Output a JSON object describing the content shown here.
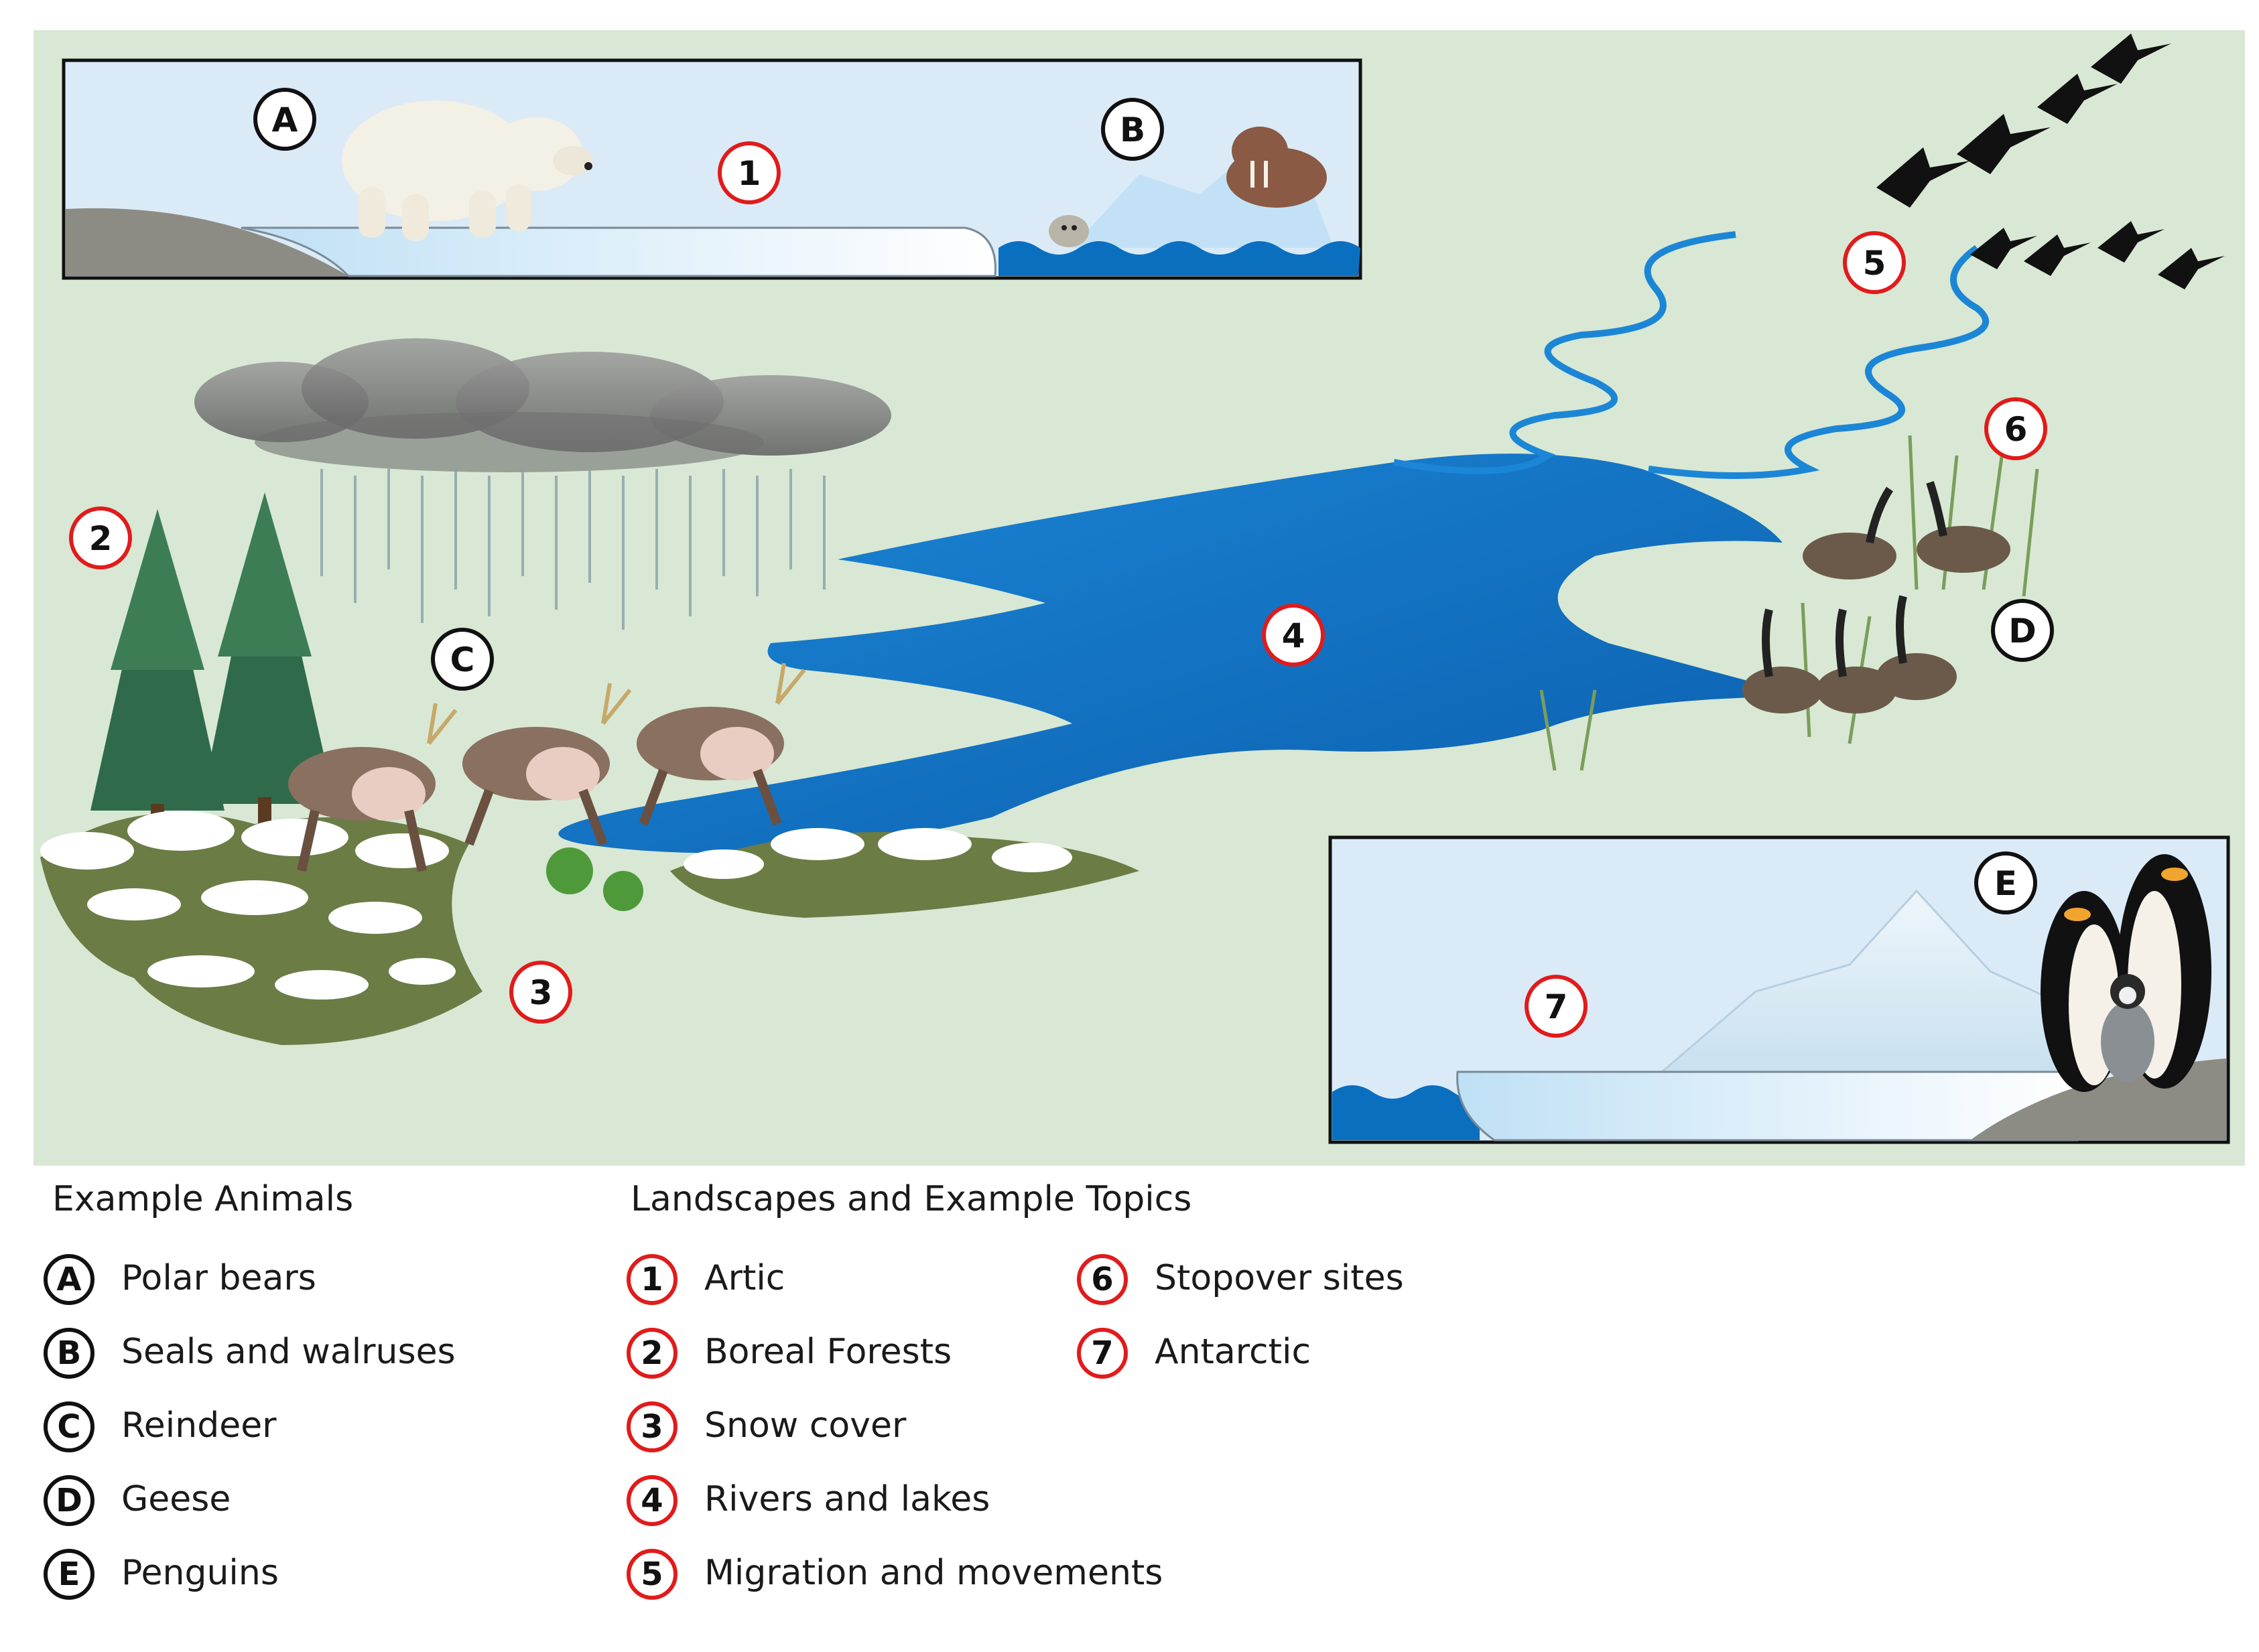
{
  "colors": {
    "background": "#d8e8d4",
    "sky": "#dbeaf7",
    "water": "#0b6fc0",
    "red_marker": "#e11b1b",
    "black_marker": "#111111"
  },
  "scene_markers": {
    "arctic": "1",
    "boreal_forests": "2",
    "snow_cover": "3",
    "rivers_lakes": "4",
    "migration": "5",
    "stopover": "6",
    "antarctic": "7",
    "polar_bear": "A",
    "seals_walruses": "B",
    "reindeer": "C",
    "geese": "D",
    "penguins": "E"
  },
  "legend": {
    "animals_heading": "Example Animals",
    "animals": [
      {
        "key": "A",
        "label": "Polar bears"
      },
      {
        "key": "B",
        "label": "Seals and walruses"
      },
      {
        "key": "C",
        "label": "Reindeer"
      },
      {
        "key": "D",
        "label": "Geese"
      },
      {
        "key": "E",
        "label": "Penguins"
      }
    ],
    "landscapes_heading": "Landscapes and Example Topics",
    "landscapes": [
      {
        "key": "1",
        "label": "Artic"
      },
      {
        "key": "2",
        "label": "Boreal Forests"
      },
      {
        "key": "3",
        "label": "Snow cover"
      },
      {
        "key": "4",
        "label": "Rivers and lakes"
      },
      {
        "key": "5",
        "label": "Migration and movements"
      },
      {
        "key": "6",
        "label": "Stopover sites"
      },
      {
        "key": "7",
        "label": "Antarctic"
      }
    ]
  }
}
